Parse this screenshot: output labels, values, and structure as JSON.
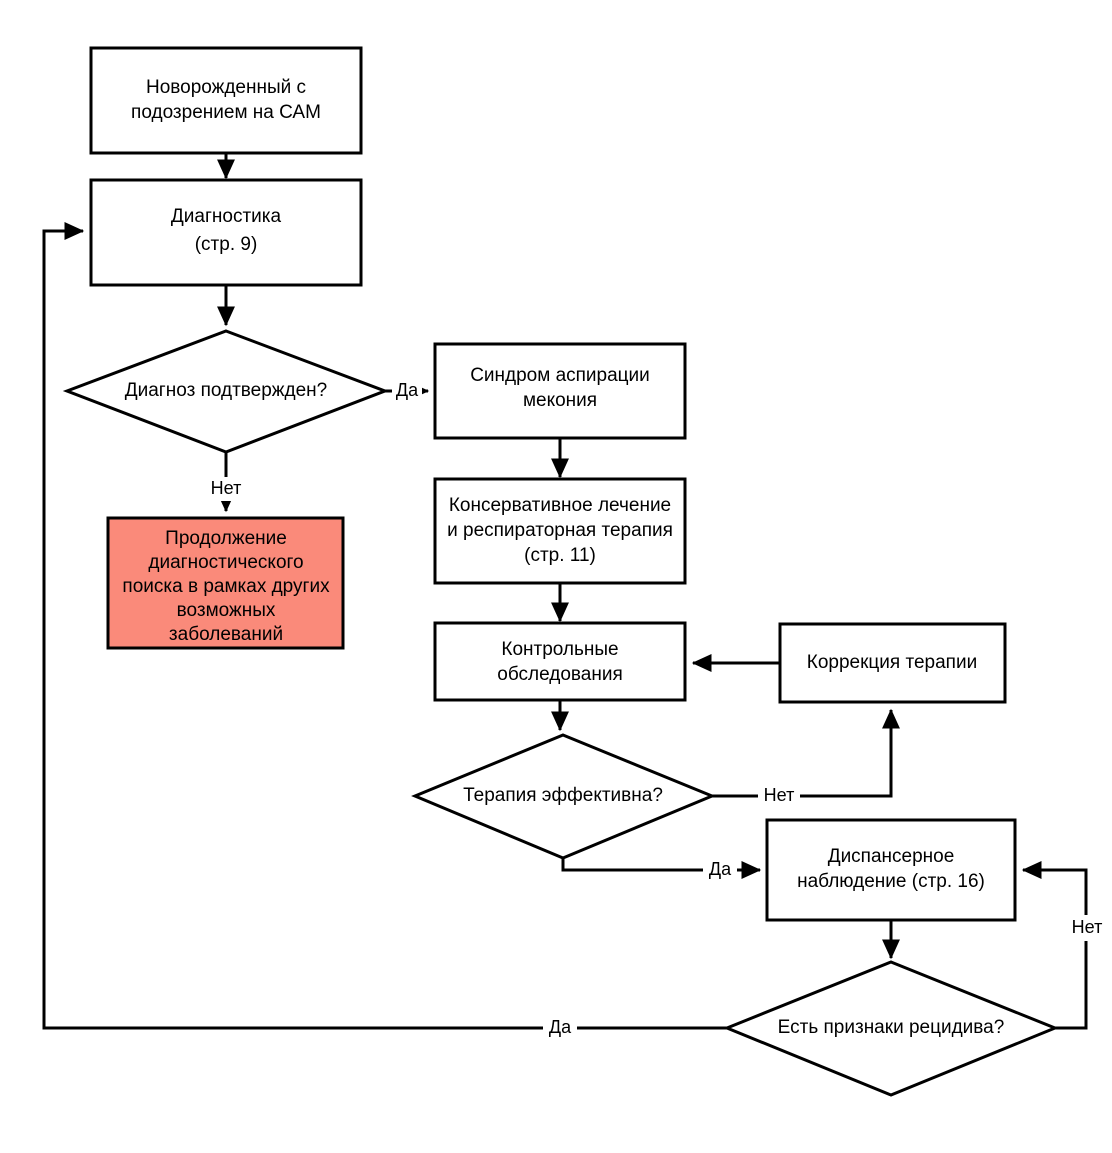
{
  "diagram": {
    "type": "flowchart",
    "language": "ru",
    "background_color": "#ffffff",
    "line_color": "#000000",
    "highlight_color": "#fa8a7a",
    "nodes": [
      {
        "id": "start",
        "shape": "rectangle",
        "lines": [
          "Новорожденный с",
          "подозрением на САМ"
        ],
        "fill": "#ffffff"
      },
      {
        "id": "diagnostics",
        "shape": "rectangle",
        "lines": [
          "Диагностика",
          "(стр. 9)"
        ],
        "fill": "#ffffff"
      },
      {
        "id": "diagnosis-confirmed",
        "shape": "diamond",
        "lines": [
          "Диагноз подтвержден?"
        ],
        "fill": "#ffffff"
      },
      {
        "id": "continue-search",
        "shape": "rectangle",
        "lines": [
          "Продолжение",
          "диагностического",
          "поиска в рамках других",
          "возможных",
          "заболеваний"
        ],
        "fill": "#fa8a7a"
      },
      {
        "id": "meconium-syndrome",
        "shape": "rectangle",
        "lines": [
          "Синдром аспирации",
          "мекония"
        ],
        "fill": "#ffffff"
      },
      {
        "id": "conservative-treatment",
        "shape": "rectangle",
        "lines": [
          "Консервативное лечение",
          "и респираторная терапия",
          "(стр. 11)"
        ],
        "fill": "#ffffff"
      },
      {
        "id": "control-exams",
        "shape": "rectangle",
        "lines": [
          "Контрольные",
          "обследования"
        ],
        "fill": "#ffffff"
      },
      {
        "id": "therapy-effective",
        "shape": "diamond",
        "lines": [
          "Терапия эффективна?"
        ],
        "fill": "#ffffff"
      },
      {
        "id": "therapy-correction",
        "shape": "rectangle",
        "lines": [
          "Коррекция терапии"
        ],
        "fill": "#ffffff"
      },
      {
        "id": "dispensary-observation",
        "shape": "rectangle",
        "lines": [
          "Диспансерное",
          "наблюдение (стр. 16)"
        ],
        "fill": "#ffffff"
      },
      {
        "id": "relapse-signs",
        "shape": "diamond",
        "lines": [
          "Есть признаки рецидива?"
        ],
        "fill": "#ffffff"
      }
    ],
    "edges": [
      {
        "id": "start-to-diagnostics",
        "from": "start",
        "to": "diagnostics",
        "label": ""
      },
      {
        "id": "diagnostics-to-confirmed",
        "from": "diagnostics",
        "to": "diagnosis-confirmed",
        "label": ""
      },
      {
        "id": "confirmed-yes",
        "from": "diagnosis-confirmed",
        "to": "meconium-syndrome",
        "label": "Да"
      },
      {
        "id": "confirmed-no",
        "from": "diagnosis-confirmed",
        "to": "continue-search",
        "label": "Нет"
      },
      {
        "id": "meconium-to-treatment",
        "from": "meconium-syndrome",
        "to": "conservative-treatment",
        "label": ""
      },
      {
        "id": "treatment-to-exams",
        "from": "conservative-treatment",
        "to": "control-exams",
        "label": ""
      },
      {
        "id": "exams-to-effective",
        "from": "control-exams",
        "to": "therapy-effective",
        "label": ""
      },
      {
        "id": "effective-no",
        "from": "therapy-effective",
        "to": "therapy-correction",
        "label": "Нет"
      },
      {
        "id": "correction-to-exams",
        "from": "therapy-correction",
        "to": "control-exams",
        "label": ""
      },
      {
        "id": "effective-yes",
        "from": "therapy-effective",
        "to": "dispensary-observation",
        "label": "Да"
      },
      {
        "id": "observation-to-relapse",
        "from": "dispensary-observation",
        "to": "relapse-signs",
        "label": ""
      },
      {
        "id": "relapse-yes",
        "from": "relapse-signs",
        "to": "diagnostics",
        "label": "Да"
      },
      {
        "id": "relapse-no",
        "from": "relapse-signs",
        "to": "dispensary-observation",
        "label": "Нет"
      }
    ]
  },
  "labels": {
    "start_line1": "Новорожденный с",
    "start_line2": "подозрением на САМ",
    "diagnostics_line1": "Диагностика",
    "diagnostics_line2": "(стр. 9)",
    "confirmed_q": "Диагноз подтвержден?",
    "continue_line1": "Продолжение",
    "continue_line2": "диагностического",
    "continue_line3": "поиска в рамках других",
    "continue_line4": "возможных",
    "continue_line5": "заболеваний",
    "meconium_line1": "Синдром аспирации",
    "meconium_line2": "мекония",
    "treatment_line1": "Консервативное лечение",
    "treatment_line2": "и респираторная терапия",
    "treatment_line3": "(стр. 11)",
    "exams_line1": "Контрольные",
    "exams_line2": "обследования",
    "effective_q": "Терапия эффективна?",
    "correction": "Коррекция терапии",
    "observation_line1": "Диспансерное",
    "observation_line2": "наблюдение (стр. 16)",
    "relapse_q": "Есть признаки рецидива?",
    "yes_confirmed": "Да",
    "no_confirmed": "Нет",
    "no_effective": "Нет",
    "yes_effective": "Да",
    "yes_relapse": "Да",
    "no_relapse": "Нет"
  }
}
